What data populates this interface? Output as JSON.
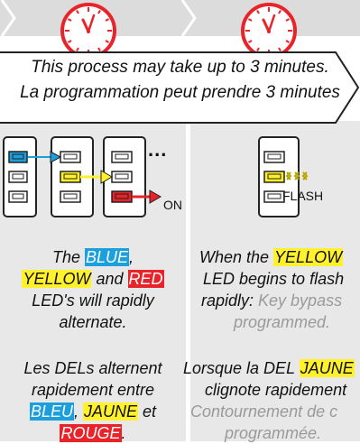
{
  "callout": {
    "line_en": "This process may take up to 3 minutes.",
    "line_fr": "La programmation peut prendre 3 minutes"
  },
  "left_panel": {
    "ellipsis": "...",
    "on_label": "ON",
    "en": {
      "the": "The ",
      "blue": "BLUE",
      "comma": ",",
      "yellow": "YELLOW",
      "and": " and ",
      "red": "RED",
      "line3": "LED's will rapidly",
      "line4": "alternate."
    },
    "fr": {
      "line1": "Les DELs alternent",
      "line2": "rapidement entre",
      "bleu": "BLEU",
      "comma": ",",
      "jaune": "JAUNE",
      "et": " et",
      "rouge": "ROUGE",
      "period": "."
    }
  },
  "right_panel": {
    "flash_label": "FLASH",
    "en": {
      "when": "When the ",
      "yellow": "YELLOW",
      "line2": "LED begins to flash",
      "line3a": "rapidly: ",
      "line3b": "Key bypass",
      "line4": "programmed."
    },
    "fr": {
      "line1a": "Lorsque la DEL ",
      "jaune": "JAUNE",
      "line2": "clignote rapidement",
      "line3": "Contournement de c",
      "line4": "programmée."
    }
  },
  "colors": {
    "blue": "#1ba0dd",
    "yellow": "#fff12c",
    "red": "#e8232a",
    "clock_red": "#e8232a",
    "panel_grey": "#e8e8e8"
  }
}
